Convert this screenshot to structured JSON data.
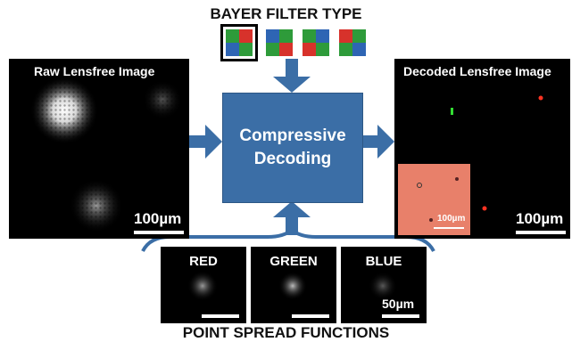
{
  "top_title": "BAYER FILTER TYPE",
  "bottom_title": "POINT SPREAD FUNCTIONS",
  "bayer_patterns": [
    {
      "cells": [
        "#2e9b3a",
        "#d7322b",
        "#2e65b4",
        "#2e9b3a"
      ],
      "selected": true
    },
    {
      "cells": [
        "#2e65b4",
        "#2e9b3a",
        "#2e9b3a",
        "#d7322b"
      ],
      "selected": false
    },
    {
      "cells": [
        "#2e9b3a",
        "#2e65b4",
        "#d7322b",
        "#2e9b3a"
      ],
      "selected": false
    },
    {
      "cells": [
        "#d7322b",
        "#2e9b3a",
        "#2e9b3a",
        "#2e65b4"
      ],
      "selected": false
    }
  ],
  "raw_panel": {
    "label": "Raw Lensfree Image",
    "scale": "100µm"
  },
  "decoder": {
    "line1": "Compressive",
    "line2": "Decoding"
  },
  "decoded_panel": {
    "label": "Decoded Lensfree Image",
    "scale": "100µm",
    "inset_scale": "100µm"
  },
  "psf_panels": [
    {
      "label": "RED",
      "scale": ""
    },
    {
      "label": "GREEN",
      "scale": ""
    },
    {
      "label": "BLUE",
      "scale": "50µm"
    }
  ],
  "colors": {
    "arrow": "#3b6ea6",
    "box": "#3b6ea6",
    "inset": "#e8806a"
  }
}
